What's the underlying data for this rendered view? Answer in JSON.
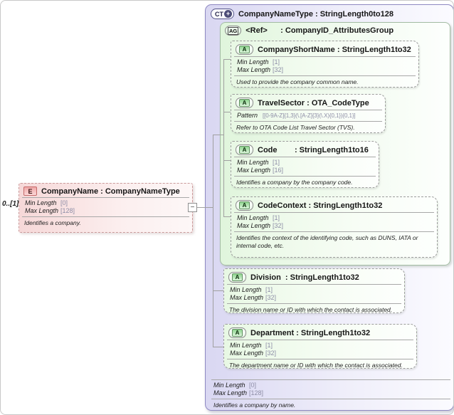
{
  "diagram": {
    "cardinality": "0..[1]",
    "toggle_symbol": "−",
    "badges": {
      "element": "E",
      "complex_type": "CT",
      "plus": "+",
      "attribute_group": "AG",
      "attribute": "A"
    },
    "element": {
      "title": "CompanyName : CompanyNameType",
      "facets": [
        {
          "label": "Min Length",
          "value": "[0]"
        },
        {
          "label": "Max Length",
          "value": "[128]"
        }
      ],
      "description": "Identifies a company."
    },
    "complex_type": {
      "title": "CompanyNameType : StringLength0to128",
      "facets": [
        {
          "label": "Min Length",
          "value": "[0]"
        },
        {
          "label": "Max Length",
          "value": "[128]"
        }
      ],
      "description": "Identifies a company by name.",
      "attribute_group": {
        "title": "<Ref>      : CompanyID_AttributesGroup",
        "attributes": [
          {
            "title": "CompanyShortName : StringLength1to32",
            "facets": [
              {
                "label": "Min Length",
                "value": "[1]"
              },
              {
                "label": "Max Length",
                "value": "[32]"
              }
            ],
            "description": "Used to provide the company common name."
          },
          {
            "title": "TravelSector : OTA_CodeType",
            "facets": [
              {
                "label": "Pattern",
                "value": "[[0-9A-Z]{1,3}(\\.[A-Z]{3}(\\.X){0,1}){0,1}]"
              }
            ],
            "description": "Refer to OTA Code List Travel Sector (TVS)."
          },
          {
            "title": "Code        : StringLength1to16",
            "facets": [
              {
                "label": "Min Length",
                "value": "[1]"
              },
              {
                "label": "Max Length",
                "value": "[16]"
              }
            ],
            "description": "Identifies a company by the company code."
          },
          {
            "title": "CodeContext : StringLength1to32",
            "facets": [
              {
                "label": "Min Length",
                "value": "[1]"
              },
              {
                "label": "Max Length",
                "value": "[32]"
              }
            ],
            "description": "Identifies the context of the identifying code, such as DUNS, IATA or internal code, etc."
          }
        ]
      },
      "attributes": [
        {
          "title": "Division  : StringLength1to32",
          "facets": [
            {
              "label": "Min Length",
              "value": "[1]"
            },
            {
              "label": "Max Length",
              "value": "[32]"
            }
          ],
          "description": "The division name or ID with which the contact is associated."
        },
        {
          "title": "Department : StringLength1to32",
          "facets": [
            {
              "label": "Min Length",
              "value": "[1]"
            },
            {
              "label": "Max Length",
              "value": "[32]"
            }
          ],
          "description": "The department name or ID with which the contact is associated."
        }
      ]
    },
    "colors": {
      "complex_type_fill": "#dcdaf4",
      "complex_type_border": "#8f89c2",
      "attribute_group_fill": "#e0f5dc",
      "attribute_fill": "#e8f8e4",
      "attribute_border": "#9c9c9c",
      "element_fill": "#f7dada",
      "element_border": "#c99a9a",
      "connector": "#a0a0a0"
    }
  }
}
